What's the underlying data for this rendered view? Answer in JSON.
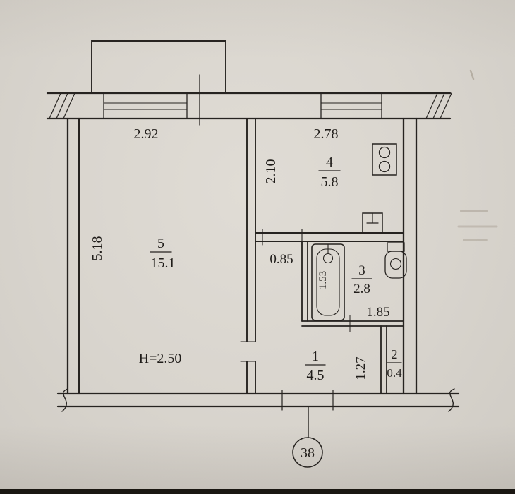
{
  "sheet": {
    "number": "38"
  },
  "rooms": {
    "room5": {
      "number": "5",
      "area": "15.1"
    },
    "room4": {
      "number": "4",
      "area": "5.8"
    },
    "room3": {
      "number": "3",
      "area": "2.8"
    },
    "room1": {
      "number": "1",
      "area": "4.5"
    },
    "room2": {
      "number": "2",
      "area": "0.4"
    }
  },
  "dimensions": {
    "window_left": "2.92",
    "window_right": "2.78",
    "kitchen_depth": "2.10",
    "left_wall": "5.18",
    "door_opening": "0.85",
    "bathtub_length": "1.53",
    "bathroom_width": "1.85",
    "hall_width": "1.27",
    "ceiling_height": "H=2.50"
  },
  "colors": {
    "paper": "#d9d5ce",
    "ink": "#262320"
  }
}
